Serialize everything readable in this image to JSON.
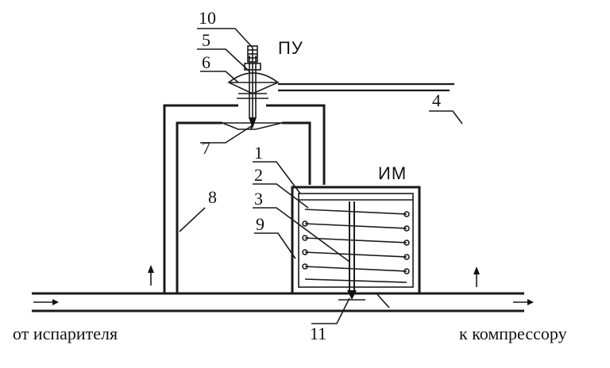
{
  "diagram": {
    "labels": {
      "pu": "ПУ",
      "im": "ИМ",
      "from_evaporator": "от испарителя",
      "to_compressor": "к компрессору"
    },
    "numbers": [
      "10",
      "5",
      "6",
      "4",
      "7",
      "1",
      "2",
      "3",
      "8",
      "9",
      "11"
    ]
  }
}
